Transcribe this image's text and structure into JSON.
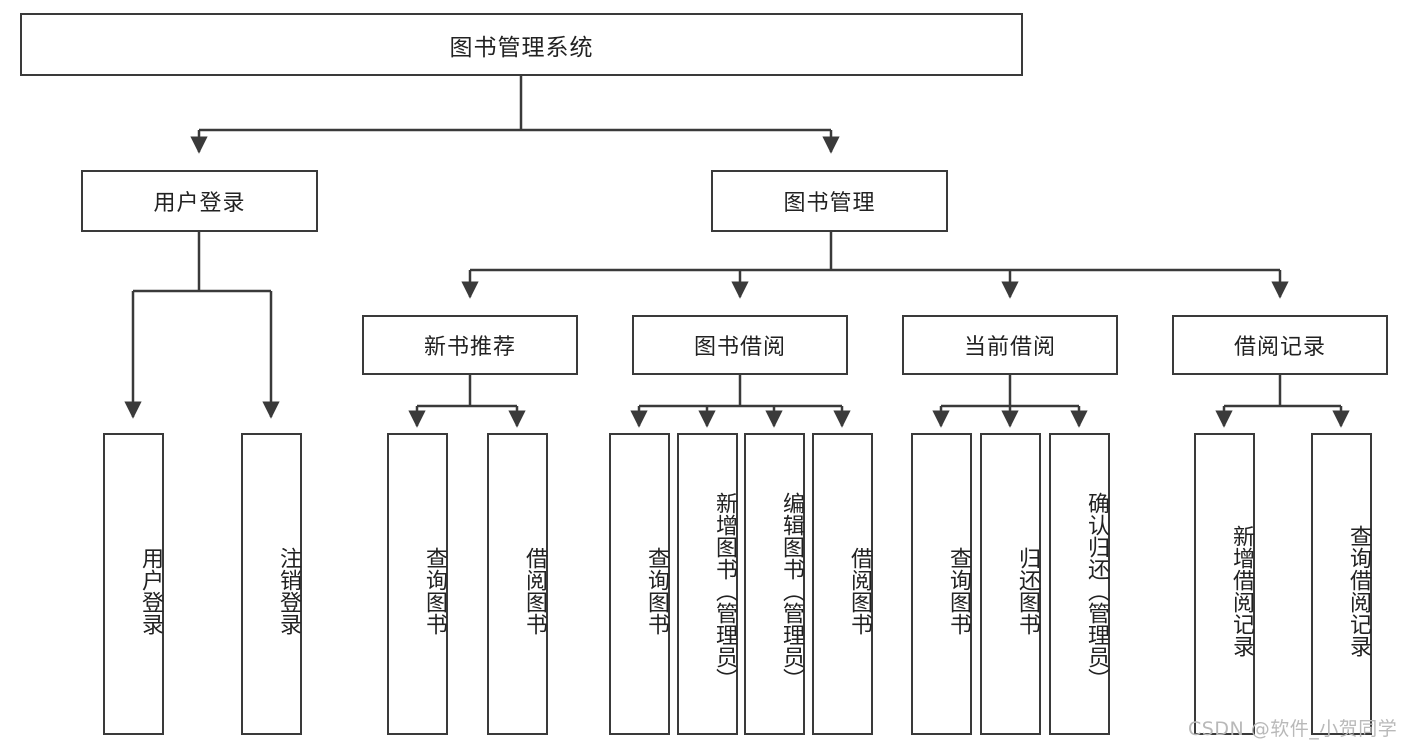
{
  "diagram": {
    "title": "图书管理系统",
    "type": "hierarchy-tree",
    "watermark": "CSDN @软件_小贺同学",
    "colors": {
      "stroke": "#3a3a3a",
      "fill": "#ffffff",
      "text": "#222222",
      "watermark": "#b9b9b9"
    },
    "root": {
      "label": "图书管理系统"
    },
    "level2": [
      {
        "label": "用户登录"
      },
      {
        "label": "图书管理"
      }
    ],
    "level3": [
      {
        "label": "新书推荐"
      },
      {
        "label": "图书借阅"
      },
      {
        "label": "当前借阅"
      },
      {
        "label": "借阅记录"
      }
    ],
    "leaves": {
      "user_login": [
        {
          "label": "用户登录"
        },
        {
          "label": "注销登录"
        }
      ],
      "new_book": [
        {
          "label": "查询图书"
        },
        {
          "label": "借阅图书"
        }
      ],
      "book_borrow": [
        {
          "label": "查询图书"
        },
        {
          "label": "新增图书（管理员）"
        },
        {
          "label": "编辑图书（管理员）"
        },
        {
          "label": "借阅图书"
        }
      ],
      "current_borrow": [
        {
          "label": "查询图书"
        },
        {
          "label": "归还图书"
        },
        {
          "label": "确认归还（管理员）"
        }
      ],
      "borrow_record": [
        {
          "label": "新增借阅记录"
        },
        {
          "label": "查询借阅记录"
        }
      ]
    }
  }
}
